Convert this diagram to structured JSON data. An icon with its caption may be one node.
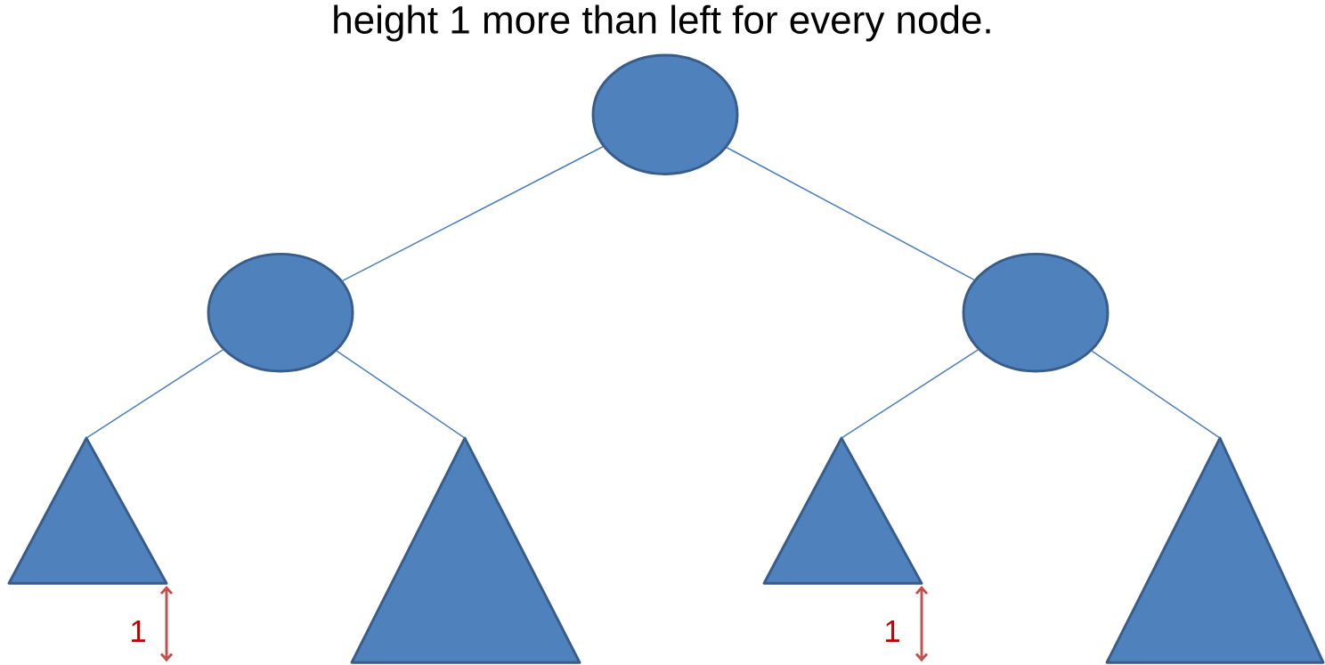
{
  "diagram": {
    "nodes": [
      {
        "text": [],
        "shape": "circle"
      },
      {
        "text": [],
        "shape": "circle"
      },
      {
        "text": [],
        "shape": "circle"
      },
      {
        "text": [],
        "shape": "triangle"
      },
      {
        "text": [],
        "shape": "triangle"
      },
      {
        "text": [],
        "shape": "triangle"
      },
      {
        "text": [],
        "shape": "triangle"
      }
    ],
    "edges": [
      {
        "from": 0,
        "to": 1,
        "arrow": "none"
      },
      {
        "from": 0,
        "to": 2,
        "arrow": "none"
      },
      {
        "from": 1,
        "to": 3,
        "arrow": "none"
      },
      {
        "from": 1,
        "to": 4,
        "arrow": "none"
      },
      {
        "from": 2,
        "to": 5,
        "arrow": "none"
      },
      {
        "from": 2,
        "to": 6,
        "arrow": "none"
      }
    ],
    "labels": [
      "height 1 more than left for every node.",
      "1",
      "1"
    ]
  }
}
